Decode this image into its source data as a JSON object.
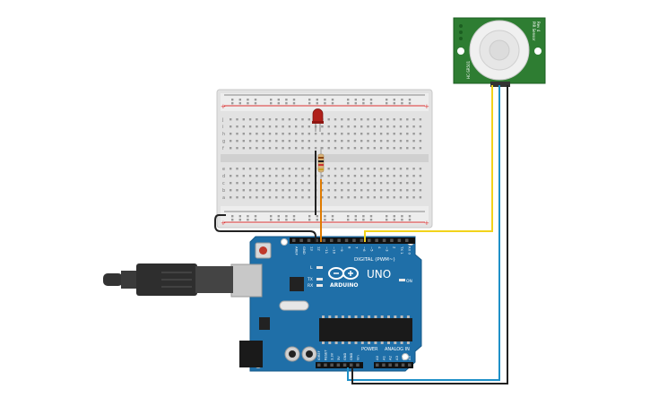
{
  "arduino": {
    "brand": "ARDUINO",
    "model": "UNO",
    "digital_label": "DIGITAL (PWM~)",
    "power_label": "POWER",
    "analog_label": "ANALOG IN",
    "led_tx": "TX",
    "led_rx": "RX",
    "led_l": "L",
    "led_on": "ON",
    "digital_pins": [
      "AREF",
      "GND",
      "13",
      "12",
      "~11",
      "~10",
      "~9",
      "8",
      "7",
      "~6",
      "~5",
      "4",
      "~3",
      "2",
      "TX 1",
      "RX 0"
    ],
    "power_pins": [
      "IOREF",
      "RESET",
      "3.3V",
      "5V",
      "GND",
      "GND",
      "Vin"
    ],
    "analog_pins": [
      "A0",
      "A1",
      "A2",
      "A3",
      "A4",
      "A5"
    ]
  },
  "pir_sensor": {
    "label_left": "HC-SR501",
    "label_right_top": "PIR Sensor",
    "label_right_bottom": "Rev 4"
  },
  "breadboard": {
    "row_letters_top": [
      "j",
      "i",
      "h",
      "g",
      "f"
    ],
    "row_letters_bottom": [
      "e",
      "d",
      "c",
      "b",
      "a"
    ]
  },
  "colors": {
    "board": "#1f6fa8",
    "pcb_green": "#2e7d32",
    "wire_yellow": "#f2d31b",
    "wire_blue": "#1e90c8",
    "wire_black": "#222222",
    "wire_orange": "#e07b00",
    "led_red": "#b0201a",
    "breadboard": "#e4e4e4"
  }
}
